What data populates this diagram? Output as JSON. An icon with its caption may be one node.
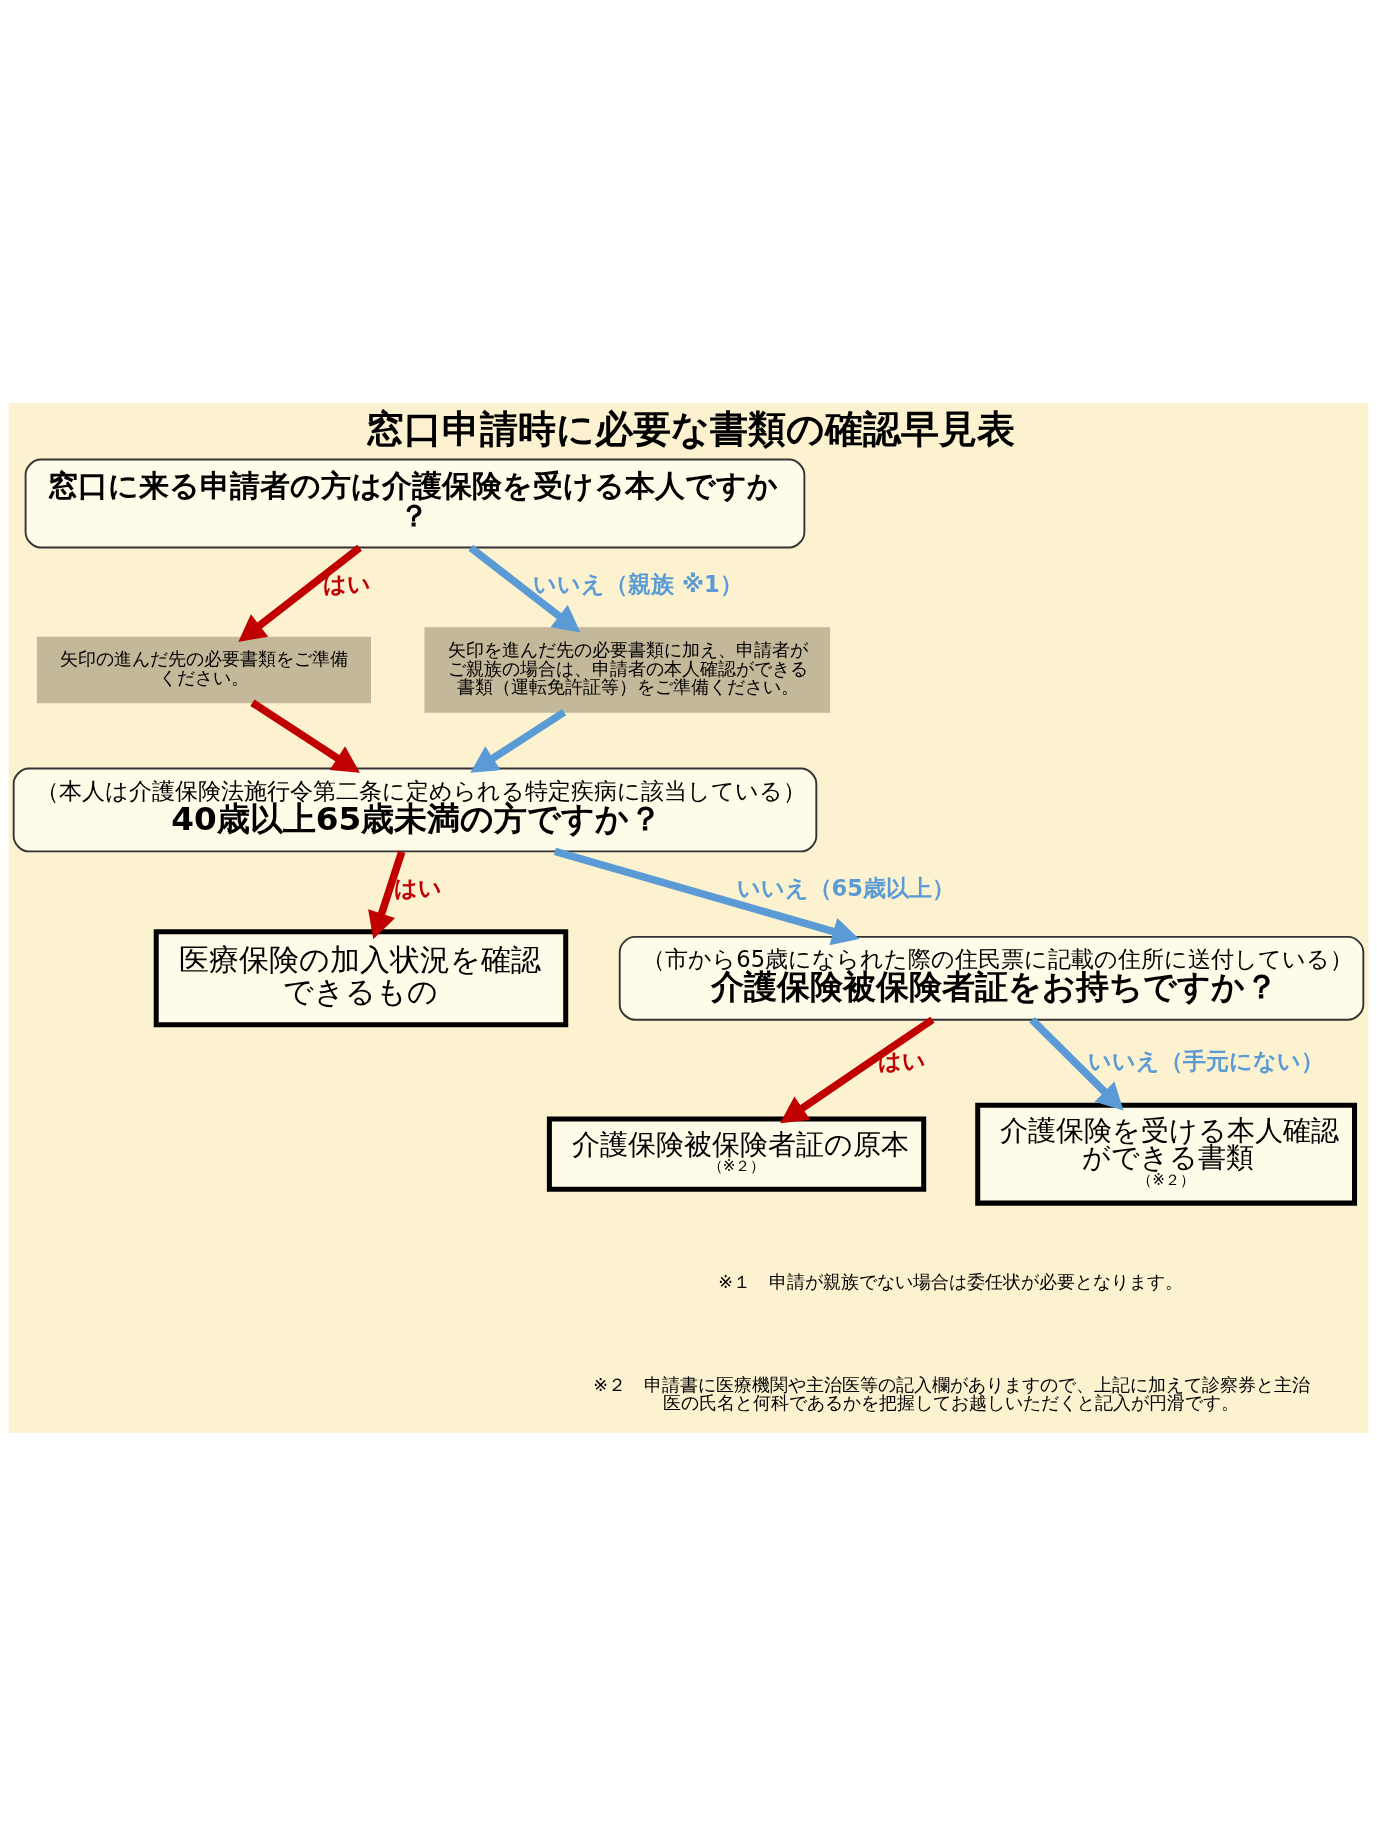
{
  "diagram": {
    "title": "窓口申請時に必要な書類の確認早見表",
    "nodes": [
      {
        "text": [
          "窓口に来る申請者の方は介護保険を受ける本人ですか？"
        ]
      },
      {
        "text": [
          "矢印の進んだ先の必要書類をご準備ください。"
        ]
      },
      {
        "text": [
          "矢印を進んだ先の必要書類に加え、申請者がご親族の場合は、申請者の本人確認ができる書類（運転免許証等）をご準備ください。"
        ]
      },
      {
        "text": [
          "（本人は介護保険法施行令第二条に定められる特定疾病に該当している）",
          "40歳以上65歳未満の方ですか？"
        ]
      },
      {
        "text": [
          "医療保険の加入状況を確認できるもの"
        ]
      },
      {
        "text": [
          "（市から65歳になられた際の住民票に記載の住所に送付している）",
          "介護保険被保険者証をお持ちですか？"
        ]
      },
      {
        "text": [
          "介護保険被保険者証の原本",
          "（※２）"
        ]
      },
      {
        "text": [
          "介護保険を受ける本人確認ができる書類",
          "（※２）"
        ]
      }
    ],
    "edges": [
      {
        "from": 0,
        "to": 1,
        "arrow": "to",
        "label": "はい",
        "color": "#c00000"
      },
      {
        "from": 0,
        "to": 2,
        "arrow": "to",
        "label": "いいえ（親族 ※1）",
        "color": "#5b9bd5"
      },
      {
        "from": 1,
        "to": 3,
        "arrow": "to",
        "color": "#c00000"
      },
      {
        "from": 2,
        "to": 3,
        "arrow": "to",
        "color": "#5b9bd5"
      },
      {
        "from": 3,
        "to": 5,
        "arrow": "to",
        "label": "いいえ（65歳以上）",
        "color": "#5b9bd5"
      },
      {
        "from": 3,
        "to": 4,
        "arrow": "to",
        "label": "はい",
        "color": "#c00000"
      },
      {
        "from": 5,
        "to": 6,
        "arrow": "to",
        "label": "はい",
        "color": "#c00000"
      },
      {
        "from": 5,
        "to": 7,
        "arrow": "to",
        "label": "いいえ（手元にない）",
        "color": "#5b9bd5"
      }
    ],
    "labels": [
      "※１　申請が親族でない場合は委任状が必要となります。",
      "※２　申請書に医療機関や主治医等の記入欄がありますので、上記に加えて診察券と主治医の氏名と何科であるかを把握してお越しいただくと記入が円滑です。"
    ]
  }
}
